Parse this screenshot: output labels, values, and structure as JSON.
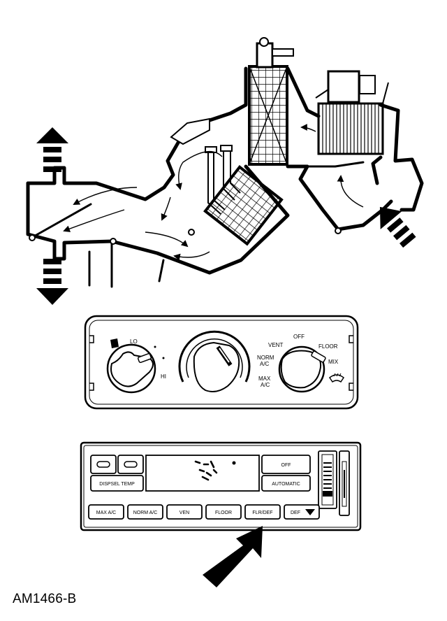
{
  "figure_id": "AM1466-B",
  "manual_panel": {
    "left_knob": {
      "lo_label": "LO",
      "hi_label": "HI"
    },
    "right_knob": {
      "vent_label": "VENT",
      "off_label": "OFF",
      "floor_label": "FLOOR",
      "norm_ac_label": [
        "NORM",
        "A/C"
      ],
      "mix_label": "MIX",
      "max_ac_label": [
        "MAX",
        "A/C"
      ]
    }
  },
  "auto_panel": {
    "display_button_label": "DISPSEL TEMP",
    "off_button_label": "OFF",
    "automatic_button_label": "AUTOMATIC",
    "bottom_buttons": [
      "MAX A/C",
      "NORM A/C",
      "VEN",
      "FLOOR",
      "FLR/DEF",
      "DEF"
    ]
  }
}
